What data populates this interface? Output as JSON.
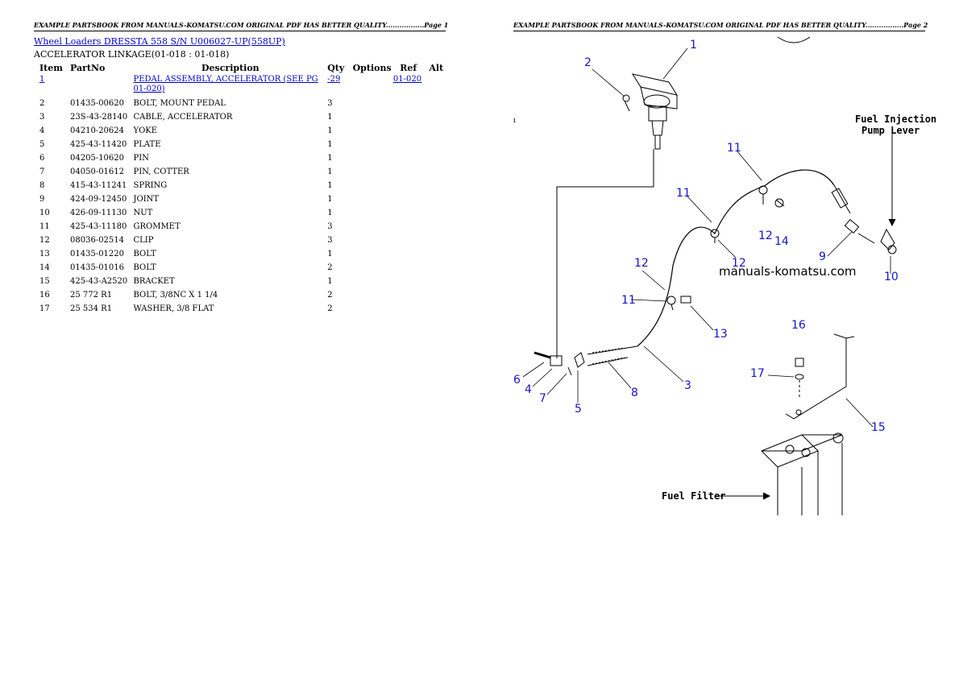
{
  "header_left": "EXAMPLE PARTSBOOK FROM MANUALS-KOMATSU.COM ORIGINAL PDF HAS BETTER QUALITY.................Page 1",
  "header_right": "EXAMPLE PARTSBOOK FROM MANUALS-KOMATSU.COM ORIGINAL PDF HAS BETTER QUALITY.................Page 2",
  "model_link": "Wheel Loaders DRESSTA  558 S/N U006027-UP(558UP)",
  "section_title": "ACCELERATOR LINKAGE(01-018 : 01-018)",
  "columns": {
    "item": "Item",
    "partno": "PartNo",
    "description": "Description",
    "qty": "Qty",
    "options": "Options",
    "ref": "Ref",
    "alt": "Alt"
  },
  "parts": [
    {
      "item": "1",
      "partno": "",
      "description": "PEDAL ASSEMBLY, ACCELERATOR (SEE PG 01-020)",
      "qty": "-29",
      "ref": "01-020"
    },
    {
      "item": "2",
      "partno": "01435-00620",
      "description": "BOLT, MOUNT PEDAL",
      "qty": "3",
      "ref": ""
    },
    {
      "item": "3",
      "partno": "23S-43-28140",
      "description": "CABLE, ACCELERATOR",
      "qty": "1",
      "ref": ""
    },
    {
      "item": "4",
      "partno": "04210-20624",
      "description": "YOKE",
      "qty": "1",
      "ref": ""
    },
    {
      "item": "5",
      "partno": "425-43-11420",
      "description": "PLATE",
      "qty": "1",
      "ref": ""
    },
    {
      "item": "6",
      "partno": "04205-10620",
      "description": "PIN",
      "qty": "1",
      "ref": ""
    },
    {
      "item": "7",
      "partno": "04050-01612",
      "description": "PIN, COTTER",
      "qty": "1",
      "ref": ""
    },
    {
      "item": "8",
      "partno": "415-43-11241",
      "description": "SPRING",
      "qty": "1",
      "ref": ""
    },
    {
      "item": "9",
      "partno": "424-09-12450",
      "description": "JOINT",
      "qty": "1",
      "ref": ""
    },
    {
      "item": "10",
      "partno": "426-09-11130",
      "description": "NUT",
      "qty": "1",
      "ref": ""
    },
    {
      "item": "11",
      "partno": "425-43-11180",
      "description": "GROMMET",
      "qty": "3",
      "ref": ""
    },
    {
      "item": "12",
      "partno": "08036-02514",
      "description": "CLIP",
      "qty": "3",
      "ref": ""
    },
    {
      "item": "13",
      "partno": "01435-01220",
      "description": "BOLT",
      "qty": "1",
      "ref": ""
    },
    {
      "item": "14",
      "partno": "01435-01016",
      "description": "BOLT",
      "qty": "2",
      "ref": ""
    },
    {
      "item": "15",
      "partno": "425-43-A2520",
      "description": "BRACKET",
      "qty": "1",
      "ref": ""
    },
    {
      "item": "16",
      "partno": "25 772 R1",
      "description": "BOLT, 3/8NC X 1 1/4",
      "qty": "2",
      "ref": ""
    },
    {
      "item": "17",
      "partno": "25 534 R1",
      "description": "WASHER, 3/8 FLAT",
      "qty": "2",
      "ref": ""
    }
  ],
  "diagram": {
    "label_fuel_injection_1": "Fuel Injection",
    "label_fuel_injection_2": "Pump Lever",
    "label_fuel_filter": "Fuel Filter",
    "watermark": "manuals-komatsu.com",
    "callouts": [
      "1",
      "2",
      "11",
      "11",
      "12",
      "12",
      "14",
      "9",
      "10",
      "12",
      "11",
      "13",
      "6",
      "4",
      "7",
      "5",
      "8",
      "3",
      "16",
      "17",
      "15"
    ]
  }
}
